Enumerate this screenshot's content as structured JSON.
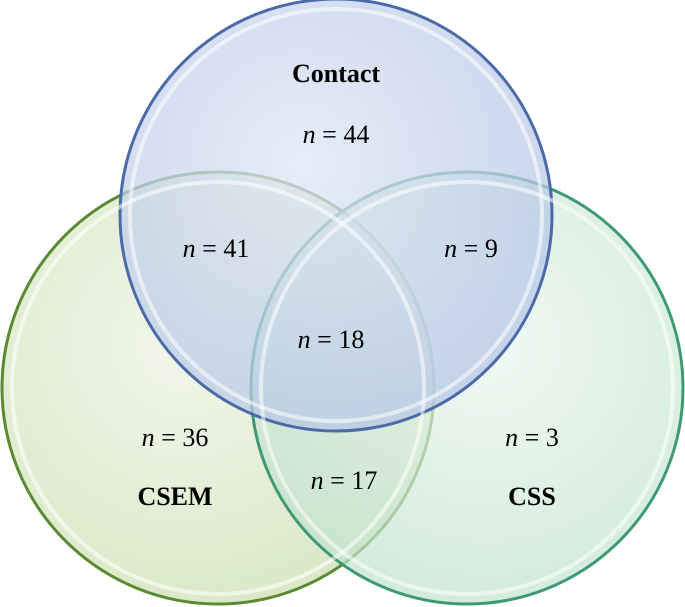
{
  "sets": [
    {
      "id": "contact",
      "label": "Contact",
      "fill": "#c8d6ee",
      "stroke": "#4a6aa8"
    },
    {
      "id": "csem",
      "label": "CSEM",
      "fill": "#dbe8c8",
      "stroke": "#5a8a32"
    },
    {
      "id": "css",
      "label": "CSS",
      "fill": "#d3ecdc",
      "stroke": "#3f9a74"
    }
  ],
  "regions": [
    {
      "id": "contact-only",
      "var": "n",
      "eq": " = ",
      "value": "44"
    },
    {
      "id": "contact-csem",
      "var": "n",
      "eq": " = ",
      "value": "41"
    },
    {
      "id": "contact-css",
      "var": "n",
      "eq": " = ",
      "value": "9"
    },
    {
      "id": "all-three",
      "var": "n",
      "eq": " = ",
      "value": "18"
    },
    {
      "id": "csem-only",
      "var": "n",
      "eq": " = ",
      "value": "36"
    },
    {
      "id": "css-only",
      "var": "n",
      "eq": " = ",
      "value": "3"
    },
    {
      "id": "csem-css",
      "var": "n",
      "eq": " = ",
      "value": "17"
    }
  ]
}
